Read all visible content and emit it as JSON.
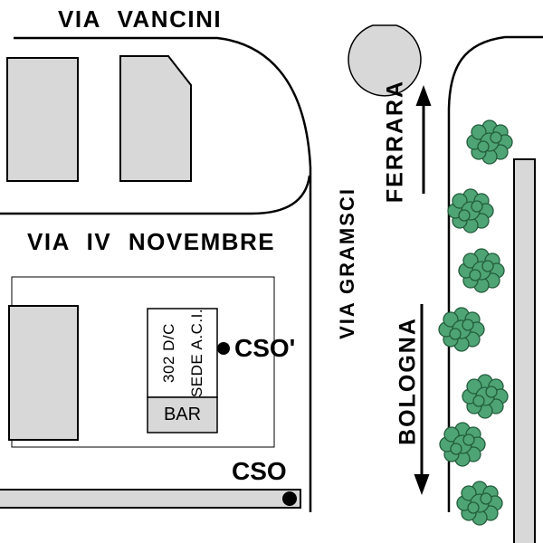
{
  "streets": {
    "via_vancini": "VIA VANCINI",
    "via_iv_novembre": "VIA IV NOVEMBRE",
    "via_gramsci": "VIA GRAMSCI"
  },
  "directions": {
    "north": "FERRARA",
    "south": "BOLOGNA"
  },
  "buildings": {
    "sede_line1": "302 D/C",
    "sede_line2": "SEDE A.C.I.",
    "bar": "BAR"
  },
  "markers": {
    "upper": "CSO'",
    "lower": "CSO"
  },
  "colors": {
    "surface": "#d8d8d8",
    "line": "#000000",
    "bush_fill": "#4ea474",
    "bush_stroke": "#235c3c"
  }
}
